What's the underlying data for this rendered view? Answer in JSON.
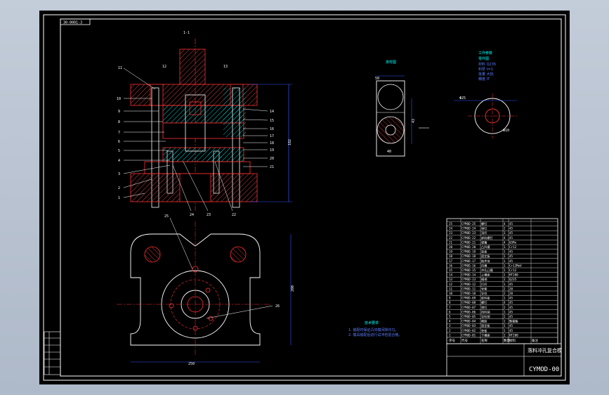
{
  "drawing": {
    "corner_code": "30-0001-3",
    "main_view_label": "1-1",
    "part_view_title": "零件图",
    "layout_view_title": "排样图",
    "tech_req_title": "技术要求",
    "tech_req_lines": [
      "1. 装配时保证凸凹模间隙均匀。",
      "2. 模具装配后进行试冲检验合格。"
    ],
    "spec_title": "工作参数",
    "spec_lines": [
      "材料 Q235",
      "料厚 t=1",
      "批量 大批",
      "精度 IT"
    ],
    "leaders_left": [
      "11",
      "10",
      "9",
      "8",
      "7",
      "6",
      "5",
      "4",
      "3",
      "2",
      "1"
    ],
    "leaders_top": [
      "12",
      "13"
    ],
    "leaders_right": [
      "14",
      "15",
      "16",
      "17",
      "18",
      "19",
      "20",
      "21"
    ],
    "leaders_bottom": [
      "24",
      "23",
      "22"
    ],
    "plan_leaders": [
      "25",
      "26"
    ],
    "drawing_number": "CYMOD-00",
    "assembly_name": "落料冲孔复合模",
    "bom_header": [
      "序号",
      "代号",
      "名称",
      "数量",
      "材料",
      "备注"
    ],
    "bom_rows": [
      [
        "25",
        "CYMOD-25",
        "螺钉",
        "4",
        "45",
        ""
      ],
      [
        "24",
        "CYMOD-24",
        "销钉",
        "2",
        "45",
        ""
      ],
      [
        "23",
        "CYMOD-23",
        "顶杆",
        "3",
        "45",
        ""
      ],
      [
        "22",
        "CYMOD-22",
        "卸料螺钉",
        "4",
        "45",
        ""
      ],
      [
        "21",
        "CYMOD-21",
        "弹簧",
        "4",
        "65Mn",
        ""
      ],
      [
        "20",
        "CYMOD-20",
        "凸凹模",
        "1",
        "Cr12",
        ""
      ],
      [
        "19",
        "CYMOD-19",
        "垫板",
        "1",
        "45",
        ""
      ],
      [
        "18",
        "CYMOD-18",
        "固定板",
        "1",
        "45",
        ""
      ],
      [
        "17",
        "CYMOD-17",
        "推件块",
        "1",
        "45",
        ""
      ],
      [
        "16",
        "CYMOD-16",
        "凹模",
        "1",
        "Cr12MoV",
        ""
      ],
      [
        "15",
        "CYMOD-15",
        "冲孔凸模",
        "1",
        "Cr12",
        ""
      ],
      [
        "14",
        "CYMOD-14",
        "上模座",
        "1",
        "HT200",
        ""
      ],
      [
        "13",
        "CYMOD-13",
        "模柄",
        "1",
        "Q235",
        ""
      ],
      [
        "12",
        "CYMOD-12",
        "打杆",
        "1",
        "45",
        ""
      ],
      [
        "11",
        "CYMOD-11",
        "导套",
        "2",
        "20",
        ""
      ],
      [
        "10",
        "CYMOD-10",
        "导柱",
        "2",
        "20",
        ""
      ],
      [
        "9",
        "CYMOD-09",
        "卸料板",
        "1",
        "45",
        ""
      ],
      [
        "8",
        "CYMOD-08",
        "螺钉",
        "4",
        "45",
        ""
      ],
      [
        "7",
        "CYMOD-07",
        "销钉",
        "2",
        "45",
        ""
      ],
      [
        "6",
        "CYMOD-06",
        "挡料销",
        "1",
        "45",
        ""
      ],
      [
        "5",
        "CYMOD-05",
        "导料销",
        "2",
        "45",
        ""
      ],
      [
        "4",
        "CYMOD-04",
        "橡胶",
        "1",
        "聚氨酯",
        ""
      ],
      [
        "3",
        "CYMOD-03",
        "固定板",
        "1",
        "45",
        ""
      ],
      [
        "2",
        "CYMOD-02",
        "垫板",
        "1",
        "45",
        ""
      ],
      [
        "1",
        "CYMOD-01",
        "下模座",
        "1",
        "HT200",
        ""
      ]
    ],
    "dims": {
      "height": "182",
      "plan_height": "200",
      "plan_width": "250",
      "part_w": "40",
      "part_h": "50",
      "layout_step": "43",
      "ring_dia": "Φ25",
      "ring_hole": "Φ10"
    }
  },
  "colors": {
    "background": "#000000",
    "frame": "#ffffff",
    "part": "#ff3030",
    "hatch": "#00e5e5",
    "dim": "#3355ff",
    "text": "#ffffff"
  }
}
